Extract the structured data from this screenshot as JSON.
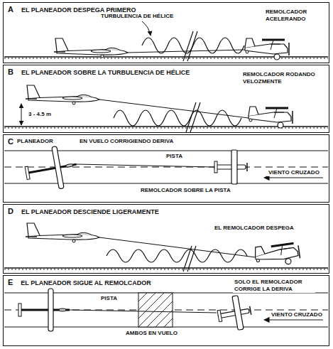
{
  "diagram": {
    "nodes": [
      {
        "text": [
          "A",
          "EL PLANEADOR DESPEGA PRIMERO"
        ]
      },
      {
        "text": [
          "B",
          "EL PLANEADOR SOBRE LA TURBULENCIA DE HÉLICE"
        ]
      },
      {
        "text": [
          "C"
        ]
      },
      {
        "text": [
          "D",
          "EL PLANEADOR DESCIENDE LIGERAMENTE"
        ]
      },
      {
        "text": [
          "E",
          "EL PLANEADOR SIGUE AL REMOLCADOR"
        ]
      }
    ],
    "labels": [
      "TURBULENCIA DE HÉLICE",
      "REMOLCADOR ACELERANDO",
      "3 - 4.5 m",
      "REMOLCADOR RODANDO VELOZMENTE",
      "PLANEADOR",
      "EN VUELO CORRIGIENDO DERIVA",
      "PISTA",
      "VIENTO CRUZADO",
      "REMOLCADOR SOBRE LA PISTA",
      "EL REMOLCADOR DESPEGA",
      "PISTA",
      "SOLO EL REMOLCADOR CORRIGE LA DERIVA",
      "VIENTO CRUZADO",
      "AMBOS EN VUELO"
    ]
  }
}
